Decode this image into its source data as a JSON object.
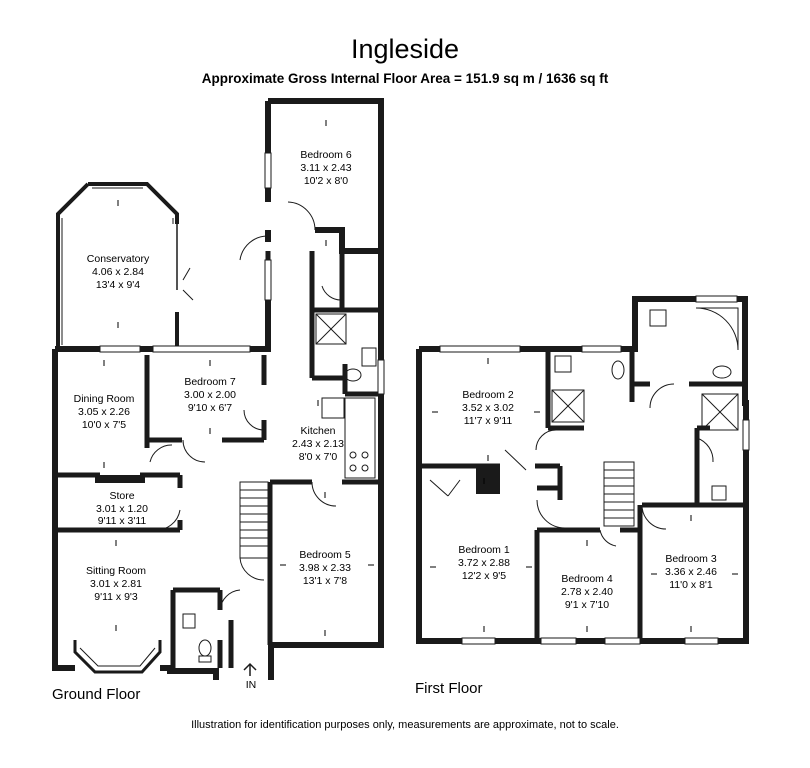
{
  "title": "Ingleside",
  "subtitle": "Approximate Gross Internal Floor Area  = 151.9 sq m  / 1636 sq ft",
  "floors": {
    "ground": "Ground Floor",
    "first": "First Floor"
  },
  "entrance_label": "IN",
  "disclaimer": "Illustration for identification purposes only, measurements are approximate, not to scale.",
  "rooms": {
    "bedroom6": {
      "name": "Bedroom 6",
      "metric": "3.11 x 2.43",
      "imperial": "10'2 x 8'0"
    },
    "conservatory": {
      "name": "Conservatory",
      "metric": "4.06 x 2.84",
      "imperial": "13'4 x 9'4"
    },
    "dining": {
      "name": "Dining Room",
      "metric": "3.05 x 2.26",
      "imperial": "10'0 x 7'5"
    },
    "bedroom7": {
      "name": "Bedroom 7",
      "metric": "3.00 x 2.00",
      "imperial": "9'10 x 6'7"
    },
    "kitchen": {
      "name": "Kitchen",
      "metric": "2.43 x 2.13",
      "imperial": "8'0 x 7'0"
    },
    "store": {
      "name": "Store",
      "metric": "3.01 x 1.20",
      "imperial": "9'11 x 3'11"
    },
    "bedroom5": {
      "name": "Bedroom 5",
      "metric": "3.98 x 2.33",
      "imperial": "13'1 x 7'8"
    },
    "sitting": {
      "name": "Sitting Room",
      "metric": "3.01 x 2.81",
      "imperial": "9'11 x 9'3"
    },
    "bedroom2": {
      "name": "Bedroom 2",
      "metric": "3.52 x 3.02",
      "imperial": "11'7 x 9'11"
    },
    "bedroom1": {
      "name": "Bedroom 1",
      "metric": "3.72 x 2.88",
      "imperial": "12'2 x 9'5"
    },
    "bedroom4": {
      "name": "Bedroom 4",
      "metric": "2.78 x 2.40",
      "imperial": "9'1 x 7'10"
    },
    "bedroom3": {
      "name": "Bedroom 3",
      "metric": "3.36 x 2.46",
      "imperial": "11'0 x 8'1"
    }
  },
  "colors": {
    "wall": "#1a1a1a",
    "window": "#ffffff",
    "background": "#ffffff"
  }
}
